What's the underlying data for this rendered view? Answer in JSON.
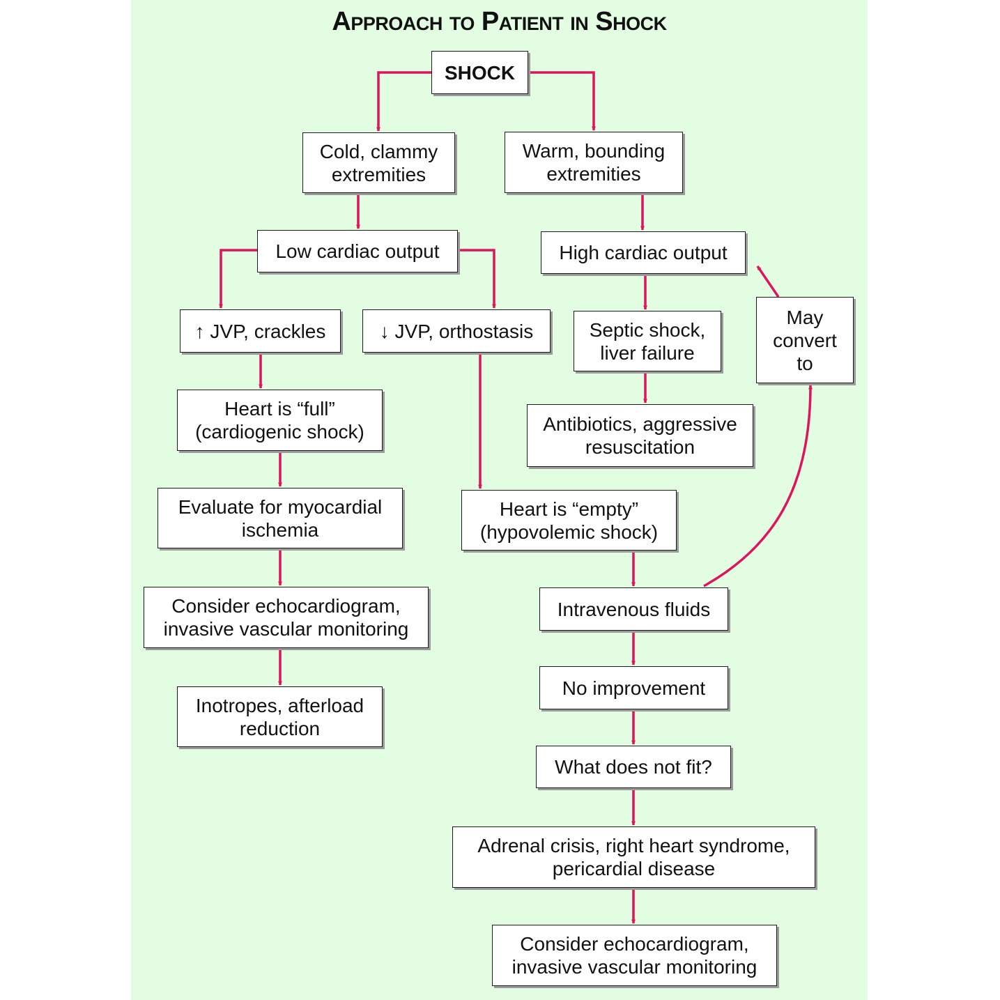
{
  "title": {
    "words": [
      {
        "cap": "A",
        "rest": "PPROACH"
      },
      {
        "cap": "",
        "rest": "TO"
      },
      {
        "cap": "P",
        "rest": "ATIENT"
      },
      {
        "cap": "",
        "rest": "IN"
      },
      {
        "cap": "S",
        "rest": "HOCK"
      }
    ]
  },
  "colors": {
    "link": "#e0145c",
    "background": "#e2fde2",
    "box_border": "#1a1a1a",
    "box_shadow": "#9a9a9a"
  },
  "nodes": {
    "shock": "SHOCK",
    "cold": "Cold, clammy\nextremities",
    "warm": "Warm, bounding\nextremities",
    "low_co": "Low cardiac output",
    "high_co": "High cardiac output",
    "jvp_up": "↑ JVP, crackles",
    "jvp_down": "↓ JVP, orthostasis",
    "septic": "Septic shock,\nliver failure",
    "may_convert": "May\nconvert\nto",
    "heart_full": "Heart is “full”\n(cardiogenic shock)",
    "antibiotics": "Antibiotics, aggressive\nresuscitation",
    "evaluate": "Evaluate for myocardial\nischemia",
    "heart_empty": "Heart is “empty”\n(hypovolemic shock)",
    "echo_left": "Consider echocardiogram,\ninvasive vascular monitoring",
    "iv_fluids": "Intravenous fluids",
    "no_improvement": "No improvement",
    "inotropes": "Inotropes, afterload\nreduction",
    "not_fit": "What does not fit?",
    "adrenal": "Adrenal crisis, right heart syndrome,\npericardial disease",
    "echo_right": "Consider echocardiogram,\ninvasive vascular monitoring"
  }
}
